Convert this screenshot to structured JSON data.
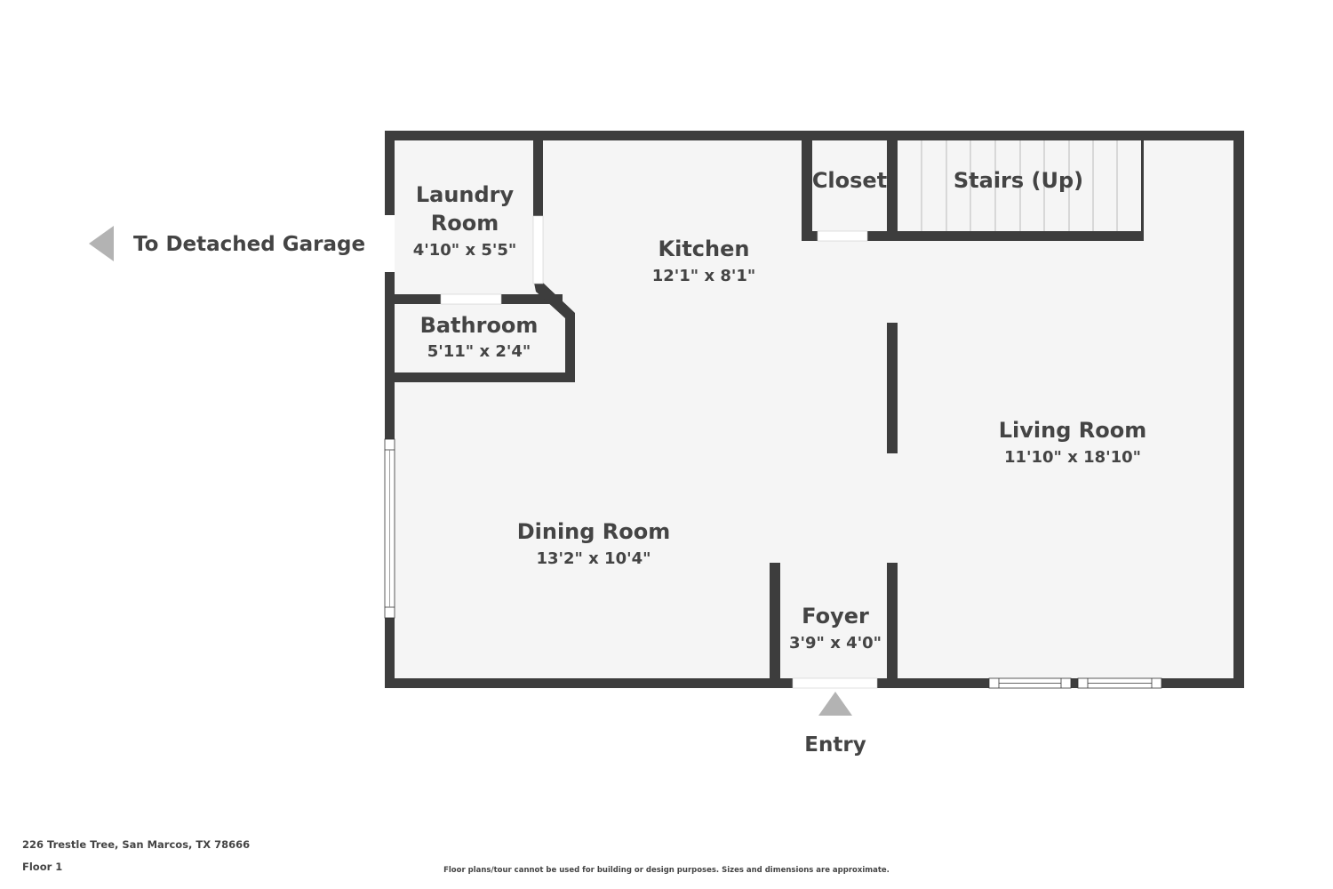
{
  "colors": {
    "wall": "#3d3d3d",
    "floor": "#f5f5f5",
    "arrow": "#b3b3b3",
    "text": "#444444",
    "background": "#ffffff"
  },
  "rooms": [
    {
      "name": "Laundry Room",
      "name_line1": "Laundry",
      "name_line2": "Room",
      "dims": "4'10\" x 5'5\""
    },
    {
      "name": "Bathroom",
      "dims": "5'11\" x 2'4\""
    },
    {
      "name": "Kitchen",
      "dims": "12'1\" x 8'1\""
    },
    {
      "name": "Closet",
      "dims": ""
    },
    {
      "name": "Stairs (Up)",
      "dims": ""
    },
    {
      "name": "Living Room",
      "dims": "11'10\" x 18'10\""
    },
    {
      "name": "Dining Room",
      "dims": "13'2\" x 10'4\""
    },
    {
      "name": "Foyer",
      "dims": "3'9\" x 4'0\""
    }
  ],
  "annotations": {
    "garage": {
      "label": "To Detached Garage",
      "icon": "arrow-left-icon"
    },
    "entry": {
      "label": "Entry",
      "icon": "arrow-up-icon"
    }
  },
  "footer": {
    "address": "226 Trestle Tree, San Marcos, TX 78666",
    "floor": "Floor 1",
    "disclaimer": "Floor plans/tour cannot be used for building or design purposes. Sizes and dimensions are approximate."
  }
}
